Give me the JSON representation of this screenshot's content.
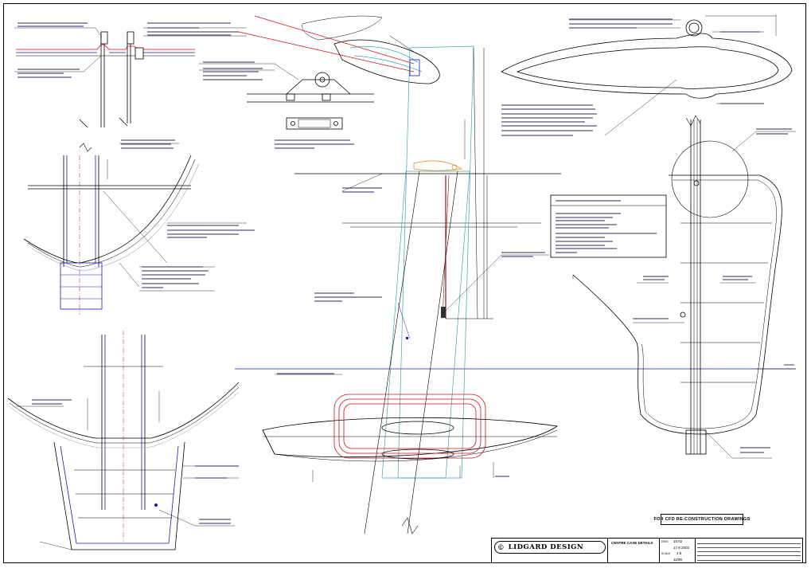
{
  "stamp": {
    "label": "FOR CFD RE-CONSTRUCTION DRAWINGS"
  },
  "title_block": {
    "copyright_symbol": "©",
    "company": "LIDGARD DESIGN",
    "project_title": "CENTRE CASE DETAILS",
    "dwg_label": "DWG",
    "dwg_number": "15.02",
    "date": "17.9.2003",
    "scale_label": "SCALE",
    "scale": "1:5",
    "sheet": "11/98"
  },
  "colors": {
    "ink": "#000000",
    "hull": "#333333",
    "red": "#d01010",
    "blue": "#1a1ab0",
    "cyan": "#3aa8b8",
    "orange": "#e08a20"
  },
  "icons": {
    "copyright": "copyright-icon",
    "break_mark": "break-symbol-icon",
    "datum": "datum-line-icon"
  }
}
